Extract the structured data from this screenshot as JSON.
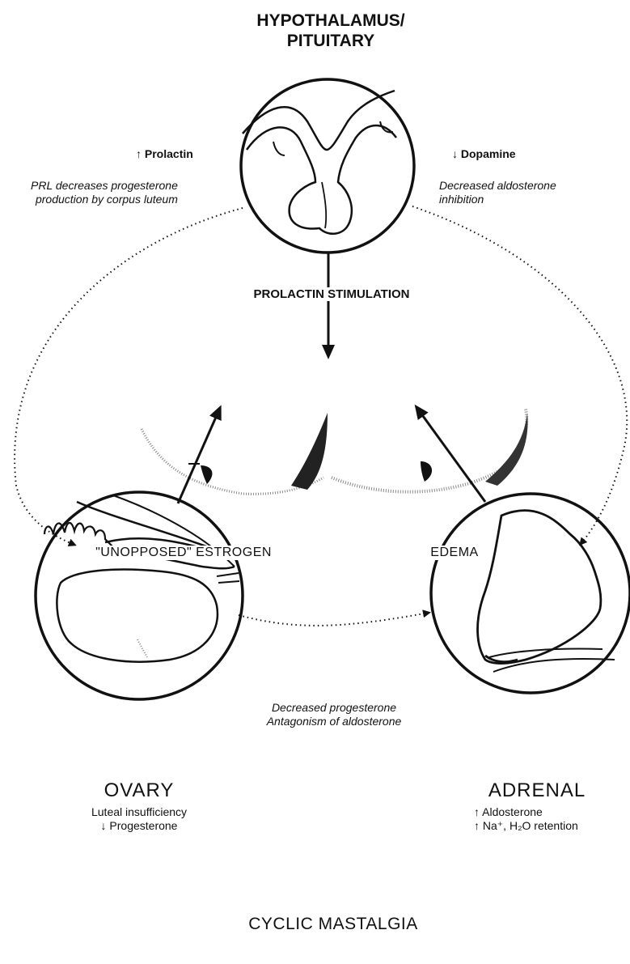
{
  "organs": {
    "hypothalamus": {
      "line1": "HYPOTHALAMUS/",
      "line2": "PITUITARY"
    },
    "ovary": {
      "label": "OVARY",
      "note1": "Luteal insufficiency",
      "note2_arrow": "↓",
      "note2": "Progesterone"
    },
    "adrenal": {
      "label": "ADRENAL",
      "note1_arrow": "↑",
      "note1": "Aldosterone",
      "note2_arrow": "↑",
      "note2": "Na⁺, H₂O retention"
    }
  },
  "left_path": {
    "arrow": "↑",
    "hormone": "Prolactin",
    "effect_line1": "PRL decreases progesterone",
    "effect_line2": "production by corpus luteum"
  },
  "right_path": {
    "arrow": "↓",
    "hormone": "Dopamine",
    "effect_line1": "Decreased aldosterone",
    "effect_line2": "inhibition"
  },
  "arrows": {
    "top": "PROLACTIN STIMULATION",
    "left": "\"UNOPPOSED\" ESTROGEN",
    "right": "EDEMA"
  },
  "bottom_path": {
    "line1": "Decreased progesterone",
    "line2": "Antagonism of aldosterone"
  },
  "title": "CYCLIC MASTALGIA",
  "colors": {
    "ink": "#111111",
    "background": "#ffffff"
  }
}
